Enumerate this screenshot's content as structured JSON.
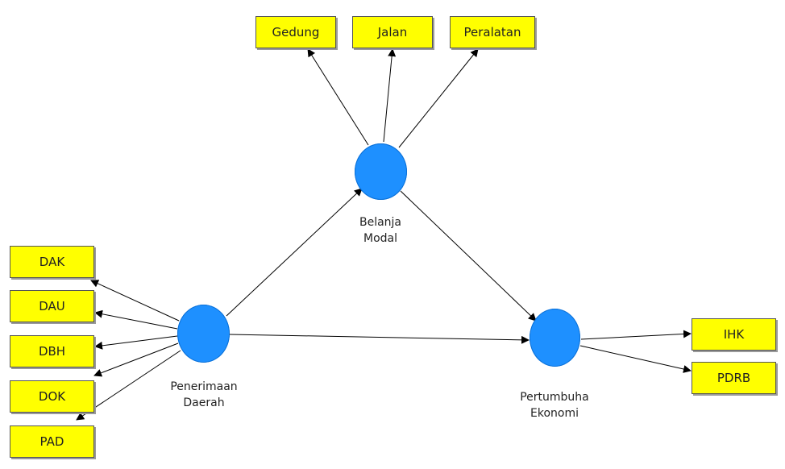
{
  "diagram": {
    "node_fill": "#1e90ff",
    "indicator_fill": "#ffff00",
    "line_color": "#000000",
    "latent": {
      "belanja_modal": {
        "line1": "Belanja",
        "line2": "Modal"
      },
      "penerimaan_daerah": {
        "line1": "Penerimaan",
        "line2": "Daerah"
      },
      "pertumbuhan_ekonomi": {
        "line1": "Pertumbuha",
        "line2": "Ekonomi"
      }
    },
    "indicators": {
      "gedung": "Gedung",
      "jalan": "Jalan",
      "peralatan": "Peralatan",
      "dak": "DAK",
      "dau": "DAU",
      "dbh": "DBH",
      "dok": "DOK",
      "pad": "PAD",
      "ihk": "IHK",
      "pdrb": "PDRB"
    }
  }
}
